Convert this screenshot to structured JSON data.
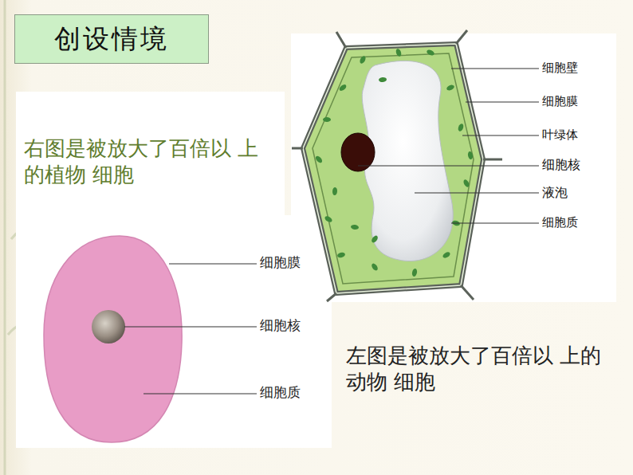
{
  "diagram": {
    "title": "创设情境",
    "labels": [
      "右图是被放大了百倍以 上的植物 细胞",
      "细胞壁",
      "细胞膜",
      "叶绿体",
      "细胞核",
      "液泡",
      "细胞质",
      "细胞膜",
      "细胞核",
      "细胞质",
      "左图是被放大了百倍以 上的动物 细胞"
    ]
  }
}
